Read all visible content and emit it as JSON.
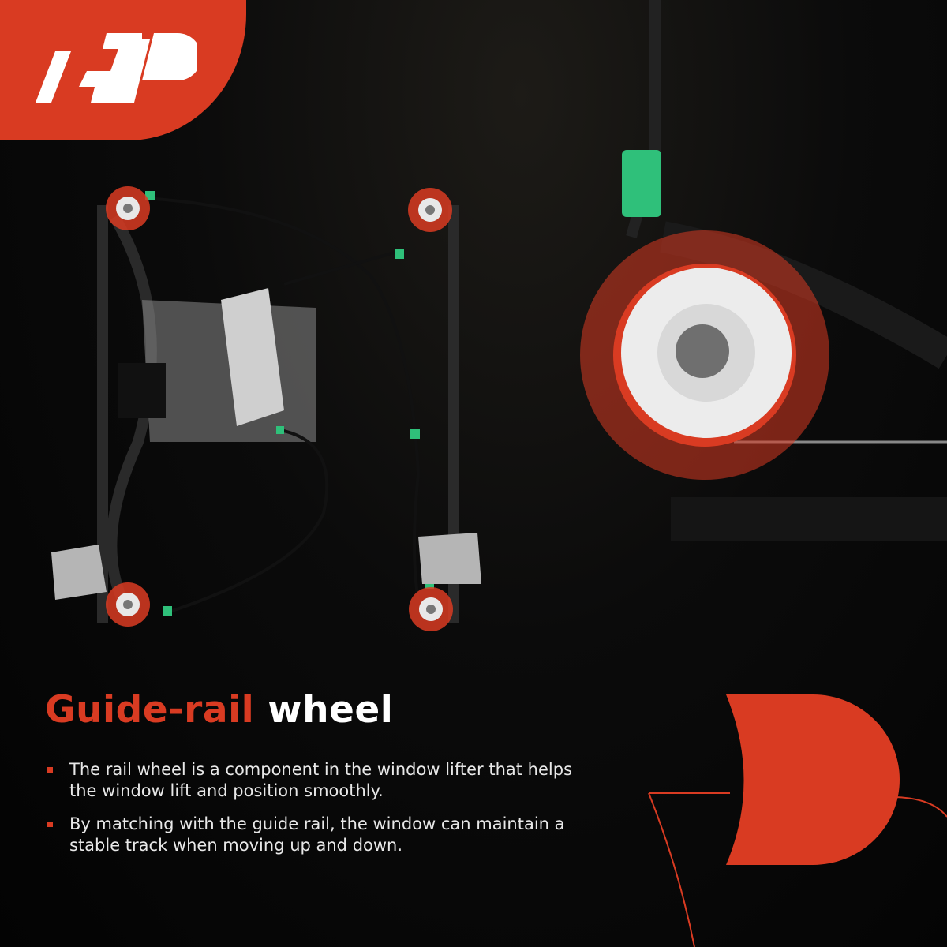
{
  "brand": {
    "logo_text": "A-P",
    "accent_color": "#d93b22"
  },
  "headline": {
    "accent": "Guide-rail",
    "plain": "wheel"
  },
  "bullets": [
    {
      "text": "The rail wheel is a component in the window lifter that helps the window lift and position smoothly."
    },
    {
      "text": "By matching with the guide rail, the window can maintain a stable track when moving up and down."
    }
  ],
  "colors": {
    "background": "#050505",
    "highlight": "#d93b22",
    "clip": "#2fc07a"
  }
}
